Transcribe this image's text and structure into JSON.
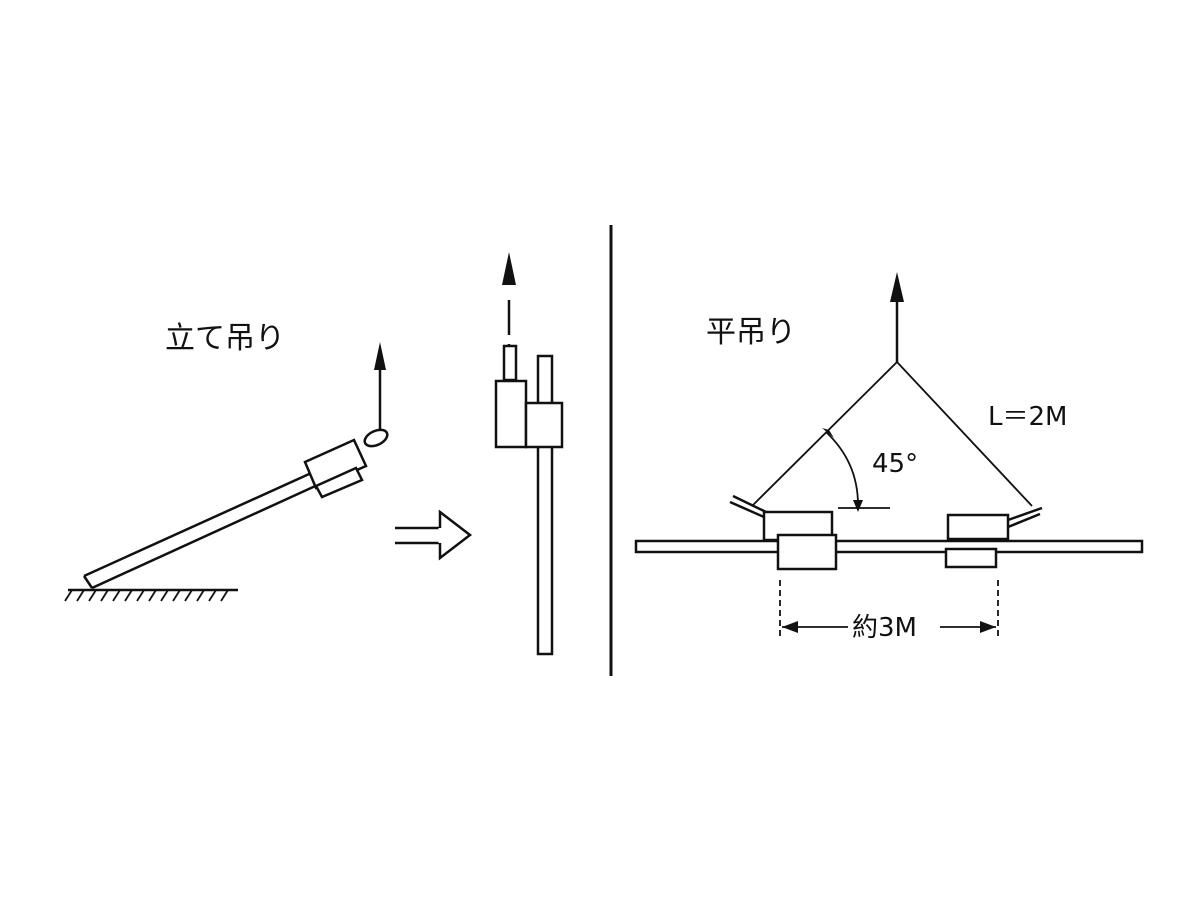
{
  "vertical_lift": {
    "title": "立て吊り"
  },
  "horizontal_lift": {
    "title": "平吊り",
    "sling_length": "L＝2M",
    "angle": "45°",
    "spacing": "約3M"
  }
}
